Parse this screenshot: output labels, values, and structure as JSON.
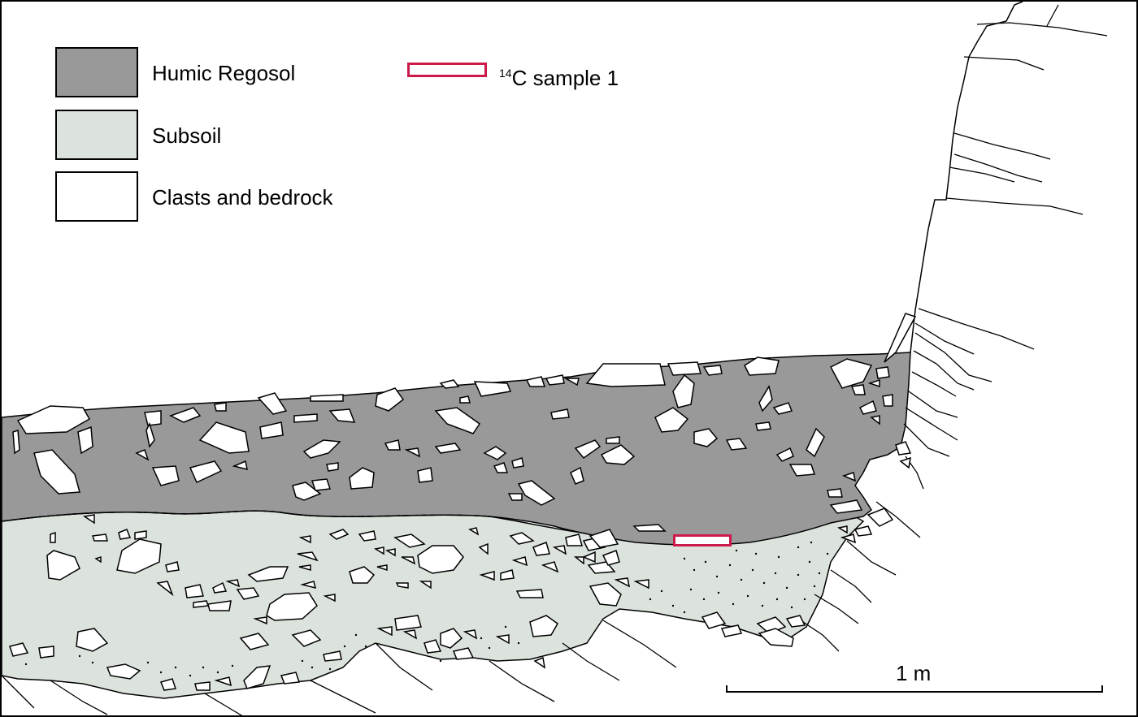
{
  "legend": {
    "items": [
      {
        "label": "Humic Regosol",
        "color": "#999999"
      },
      {
        "label": "Subsoil",
        "color": "#dce3dd"
      },
      {
        "label": "Clasts and bedrock",
        "color": "#ffffff"
      }
    ],
    "sample": {
      "superscript": "14",
      "label": "C sample 1",
      "color": "#cc1a4a"
    }
  },
  "scale_bar": {
    "label": "1 m"
  },
  "colors": {
    "outline": "#000000",
    "humic_regosol": "#999999",
    "subsoil": "#dce3dd",
    "clasts": "#ffffff",
    "sample": "#cc1a4a"
  }
}
